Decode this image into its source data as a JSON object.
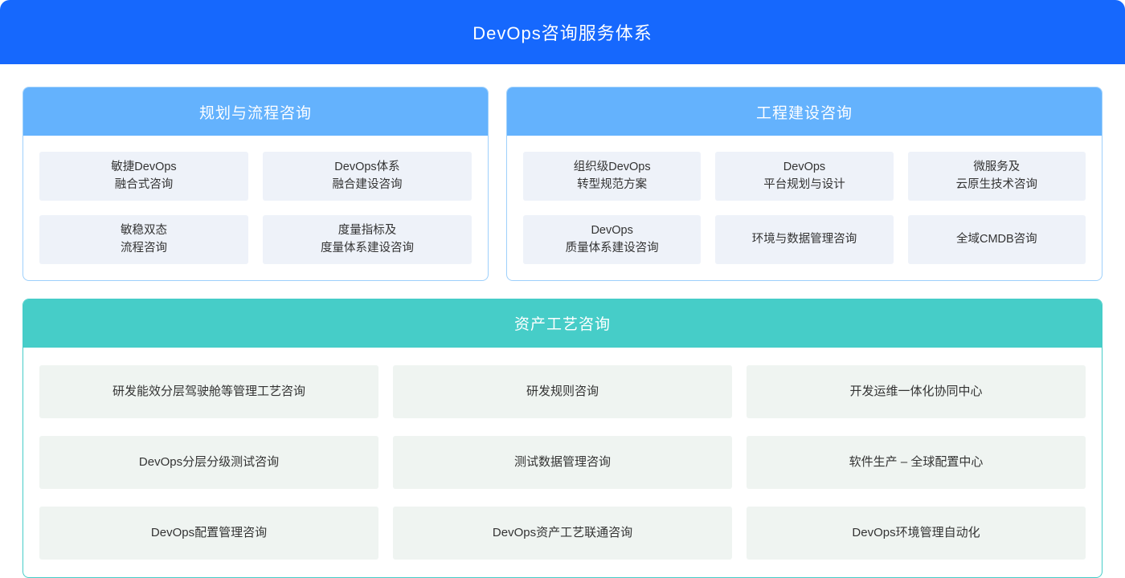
{
  "header": {
    "title": "DevOps咨询服务体系",
    "background_color": "#1668fd",
    "text_color": "#ffffff"
  },
  "theme": {
    "banner_blue": "#1668fd",
    "panel_header_blue": "#64b2fd",
    "panel_border_blue": "#9ed0fb",
    "panel_header_teal": "#46cdc8",
    "card_blue_bg": "#eef2f9",
    "card_teal_bg": "#eff4f1",
    "card_text": "#333333"
  },
  "sections": [
    {
      "id": "planning-process",
      "title": "规划与流程咨询",
      "accent": "blue",
      "columns": 2,
      "cards": [
        {
          "text": "敏捷DevOps\n融合式咨询"
        },
        {
          "text": "DevOps体系\n融合建设咨询"
        },
        {
          "text": "敏稳双态\n流程咨询"
        },
        {
          "text": "度量指标及\n度量体系建设咨询"
        }
      ]
    },
    {
      "id": "engineering-construction",
      "title": "工程建设咨询",
      "accent": "blue",
      "columns": 3,
      "cards": [
        {
          "text": "组织级DevOps\n转型规范方案"
        },
        {
          "text": "DevOps\n平台规划与设计"
        },
        {
          "text": "微服务及\n云原生技术咨询"
        },
        {
          "text": "DevOps\n质量体系建设咨询"
        },
        {
          "text": "环境与数据管理咨询"
        },
        {
          "text": "全域CMDB咨询"
        }
      ]
    },
    {
      "id": "asset-process",
      "title": "资产工艺咨询",
      "accent": "teal",
      "columns": 3,
      "cards": [
        {
          "text": "研发能效分层驾驶舱等管理工艺咨询"
        },
        {
          "text": "研发规则咨询"
        },
        {
          "text": "开发运维一体化协同中心"
        },
        {
          "text": "DevOps分层分级测试咨询"
        },
        {
          "text": "测试数据管理咨询"
        },
        {
          "text": "软件生产 – 全球配置中心"
        },
        {
          "text": "DevOps配置管理咨询"
        },
        {
          "text": "DevOps资产工艺联通咨询"
        },
        {
          "text": "DevOps环境管理自动化"
        }
      ]
    }
  ]
}
